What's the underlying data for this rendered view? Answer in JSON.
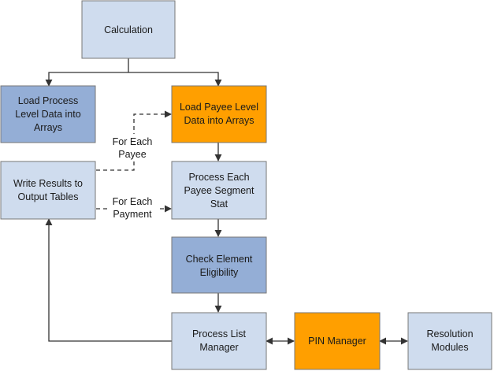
{
  "colors": {
    "light": "#cfdcee",
    "blue": "#94aed6",
    "orange": "#ff9f00",
    "border": "#777777",
    "edge": "#333333"
  },
  "nodes": {
    "calculation": {
      "lines": [
        "Calculation"
      ],
      "fill": "light"
    },
    "load_process": {
      "lines": [
        "Load Process",
        "Level Data into",
        "Arrays"
      ],
      "fill": "blue"
    },
    "load_payee": {
      "lines": [
        "Load Payee Level",
        "Data into Arrays"
      ],
      "fill": "orange"
    },
    "write_results": {
      "lines": [
        "Write Results to",
        "Output Tables"
      ],
      "fill": "light"
    },
    "process_each": {
      "lines": [
        "Process Each",
        "Payee Segment",
        "Stat"
      ],
      "fill": "light"
    },
    "check_element": {
      "lines": [
        "Check Element",
        "Eligibility"
      ],
      "fill": "blue"
    },
    "process_list": {
      "lines": [
        "Process List",
        "Manager"
      ],
      "fill": "light"
    },
    "pin_manager": {
      "lines": [
        "PIN Manager"
      ],
      "fill": "orange"
    },
    "resolution": {
      "lines": [
        "Resolution",
        "Modules"
      ],
      "fill": "light"
    }
  },
  "edge_labels": {
    "for_each_payee": [
      "For Each",
      "Payee"
    ],
    "for_each_payment": [
      "For Each",
      "Payment"
    ]
  }
}
